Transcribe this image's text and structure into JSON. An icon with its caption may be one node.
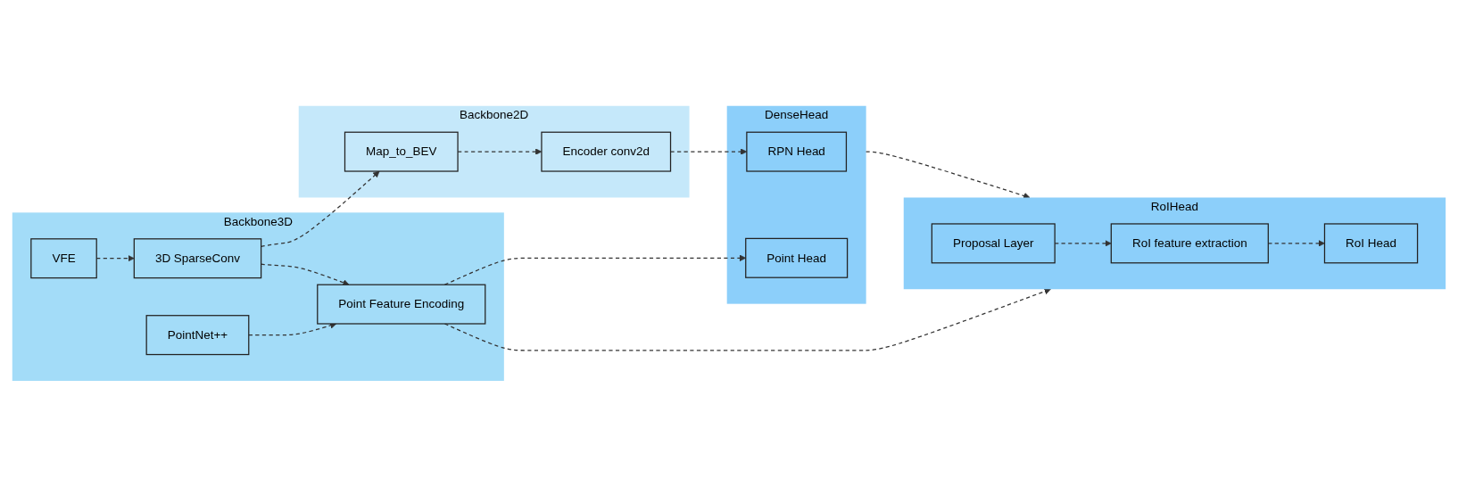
{
  "diagram": {
    "nodes": [
      {
        "text": [
          "Backbone3D"
        ]
      },
      {
        "text": [
          "VFE"
        ],
        "in": 0
      },
      {
        "text": [
          "3D SparseConv"
        ],
        "in": 0
      },
      {
        "text": [
          "PointNet++"
        ],
        "in": 0
      },
      {
        "text": [
          "Point Feature Encoding"
        ],
        "in": 0
      },
      {
        "text": [
          "Backbone2D"
        ]
      },
      {
        "text": [
          "Map_to_BEV"
        ],
        "in": 5
      },
      {
        "text": [
          "Encoder conv2d"
        ],
        "in": 5
      },
      {
        "text": [
          "DenseHead"
        ]
      },
      {
        "text": [
          "RPN Head"
        ],
        "in": 8
      },
      {
        "text": [
          "Point Head"
        ],
        "in": 8
      },
      {
        "text": [
          "RoIHead"
        ]
      },
      {
        "text": [
          "Proposal Layer"
        ],
        "in": 11
      },
      {
        "text": [
          "RoI feature extraction"
        ],
        "in": 11
      },
      {
        "text": [
          "RoI Head"
        ],
        "in": 11
      }
    ],
    "edges": [
      {
        "from": 1,
        "to": 2,
        "arrow": "to",
        "style": "dashed"
      },
      {
        "from": 2,
        "to": 6,
        "arrow": "to",
        "style": "dashed"
      },
      {
        "from": 6,
        "to": 7,
        "arrow": "to",
        "style": "dashed"
      },
      {
        "from": 7,
        "to": 9,
        "arrow": "to",
        "style": "dashed"
      },
      {
        "from": 2,
        "to": 4,
        "arrow": "to",
        "style": "dashed"
      },
      {
        "from": 3,
        "to": 4,
        "arrow": "to",
        "style": "dashed"
      },
      {
        "from": 4,
        "to": 10,
        "arrow": "to",
        "style": "dashed"
      },
      {
        "from": 4,
        "to": 11,
        "arrow": "to",
        "style": "dashed"
      },
      {
        "from": 8,
        "to": 11,
        "arrow": "to",
        "style": "dashed"
      },
      {
        "from": 12,
        "to": 13,
        "arrow": "to",
        "style": "dashed"
      },
      {
        "from": 13,
        "to": 14,
        "arrow": "to",
        "style": "dashed"
      }
    ]
  }
}
